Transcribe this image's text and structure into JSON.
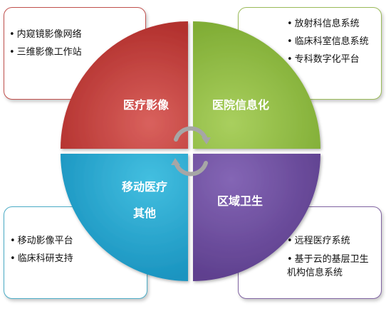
{
  "quadrants": {
    "top_left": {
      "label": "医疗影像",
      "color": "#c0504d"
    },
    "top_right": {
      "label": "医院信息化",
      "color": "#9bbb59"
    },
    "bottom_left": {
      "label_line1": "移动医疗",
      "label_line2": "其他",
      "color": "#4bacc6"
    },
    "bottom_right": {
      "label": "区域卫生",
      "color": "#8064a2"
    }
  },
  "boxes": {
    "top_left": {
      "items": [
        "内窥镜影像网络",
        "三维影像工作站"
      ]
    },
    "top_right": {
      "items": [
        "放射科信息系统",
        "临床科室信息系统",
        "专科数字化平台"
      ]
    },
    "bottom_left": {
      "items": [
        "移动影像平台",
        "临床科研支持"
      ]
    },
    "bottom_right": {
      "items": [
        "远程医疗系统",
        "基于云的基层卫生",
        "机构信息系统"
      ]
    }
  },
  "bullet": "•",
  "center_icon": "circular-arrows-icon"
}
